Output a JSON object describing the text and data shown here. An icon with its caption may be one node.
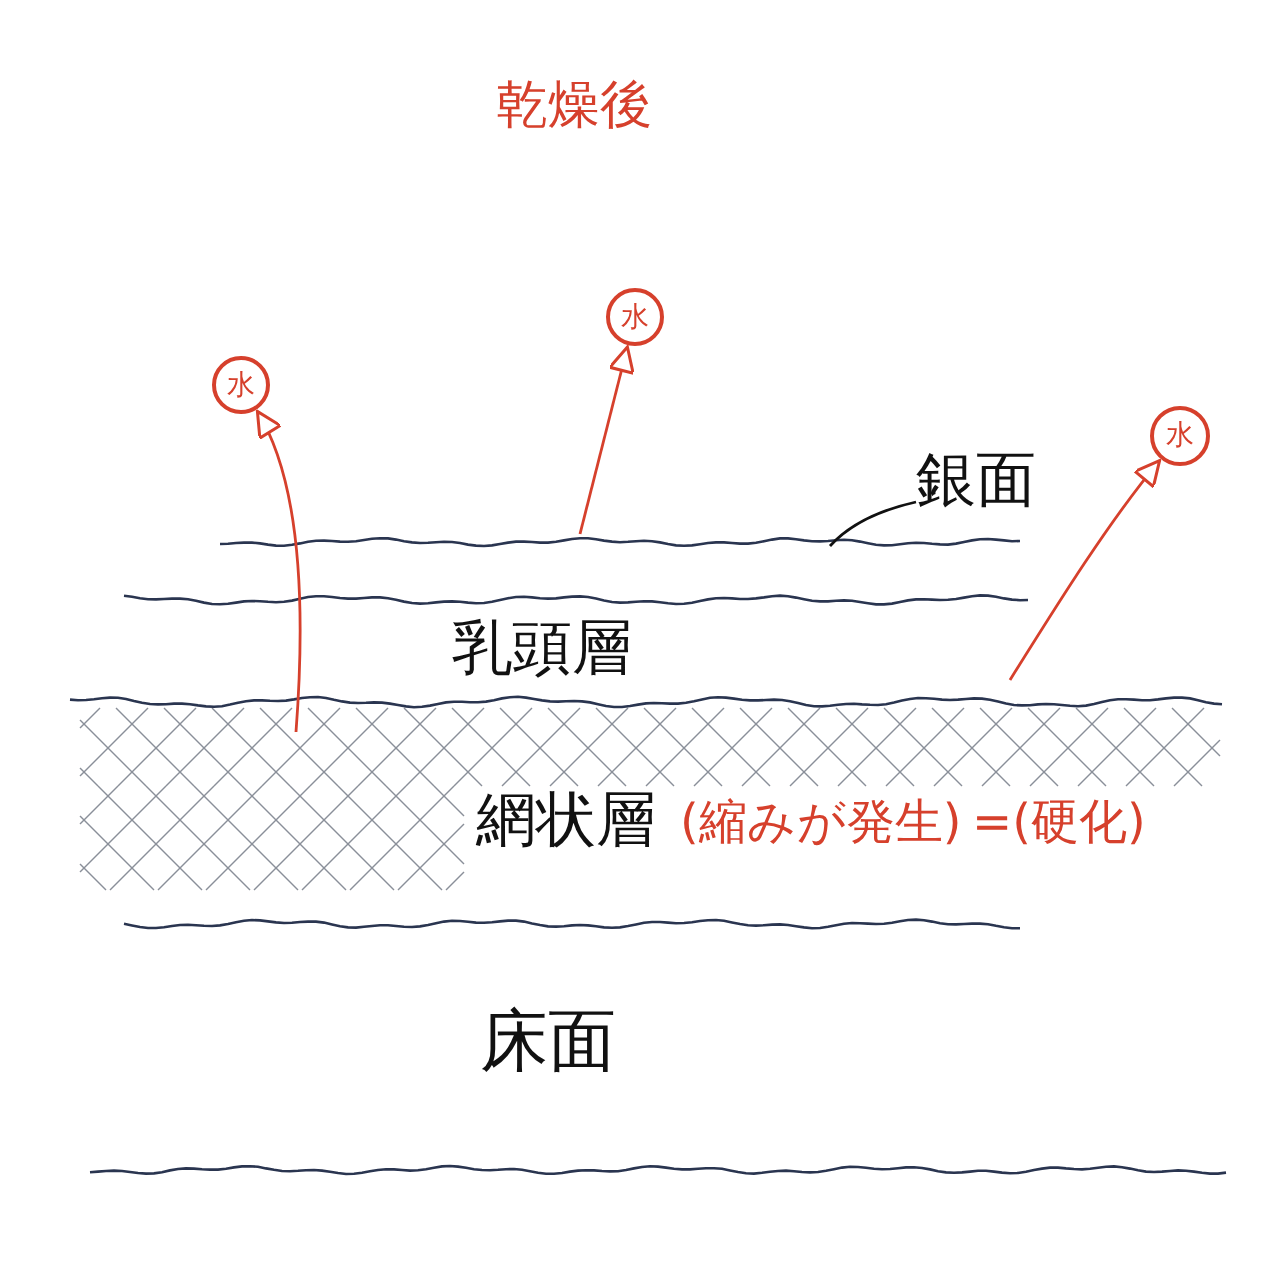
{
  "diagram": {
    "title": "乾燥後",
    "nodes": [
      {
        "text": [
          "水"
        ]
      },
      {
        "text": [
          "水"
        ]
      },
      {
        "text": [
          "水"
        ]
      },
      {
        "text": [
          "銀面"
        ]
      }
    ],
    "edges": [
      {
        "from": null,
        "to": 0,
        "arrow": "to"
      },
      {
        "from": null,
        "to": 1,
        "arrow": "to"
      },
      {
        "from": null,
        "to": 2,
        "arrow": "to"
      },
      {
        "from": 3,
        "to": null,
        "arrow": "none",
        "color": "#111111"
      }
    ],
    "labels": [
      "乳頭層",
      "網状層",
      "(縮みが発生)",
      "=(硬化)",
      "床面"
    ]
  }
}
